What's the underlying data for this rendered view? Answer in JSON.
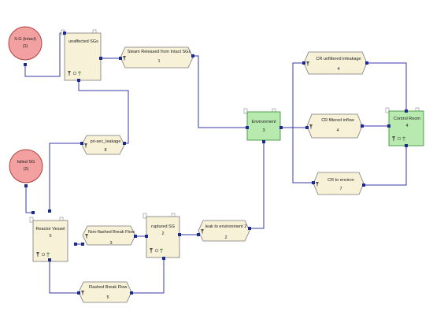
{
  "sources": [
    {
      "id": "src_top",
      "line1": "S.G (intact)",
      "line2": "(1)"
    },
    {
      "id": "src_bottom",
      "line1": "failed SG",
      "line2": "(2)"
    }
  ],
  "compartments": [
    {
      "id": "unaffected_sgs",
      "title": "unaffected SGs",
      "number": ""
    },
    {
      "id": "reactor_vessel",
      "title": "Reactor Vessel",
      "number": "5"
    },
    {
      "id": "ruptured_sg",
      "title": "ruptured SG",
      "number": "2"
    },
    {
      "id": "environment",
      "title": "Environment",
      "number": "3"
    },
    {
      "id": "control_room",
      "title": "Control Room",
      "number": "4"
    }
  ],
  "pathways": [
    {
      "id": "steam_release",
      "title": "Steam Released from Intact SGs",
      "number": "1"
    },
    {
      "id": "primary_leakage",
      "title": "pri-sec_leakage",
      "number": "8"
    },
    {
      "id": "nonflashed",
      "title": "Non-flashed Break Flow",
      "number": "3"
    },
    {
      "id": "flashed",
      "title": "Flashed Break Flow",
      "number": "5"
    },
    {
      "id": "leak_env2",
      "title": "leak to environment 2",
      "number": "2"
    },
    {
      "id": "cr_unfiltered",
      "title": "CR unfiltered inleakage",
      "number": "4"
    },
    {
      "id": "cr_filtered",
      "title": "CR filtered inflow",
      "number": "4"
    },
    {
      "id": "cr_to_environ",
      "title": "CR to environ",
      "number": "7"
    }
  ],
  "colors": {
    "wire": "#3a3aa8",
    "port": "#1c2a8c",
    "node_fill": "#f7f1d8",
    "node_stroke": "#7a7a7a",
    "env_fill": "#b8eab0",
    "env_stroke": "#2e8b2e",
    "source_fill": "#f2a0a0",
    "source_stroke": "#b04040"
  },
  "icons": [
    "filter-icon",
    "sun-icon",
    "plant-icon"
  ]
}
